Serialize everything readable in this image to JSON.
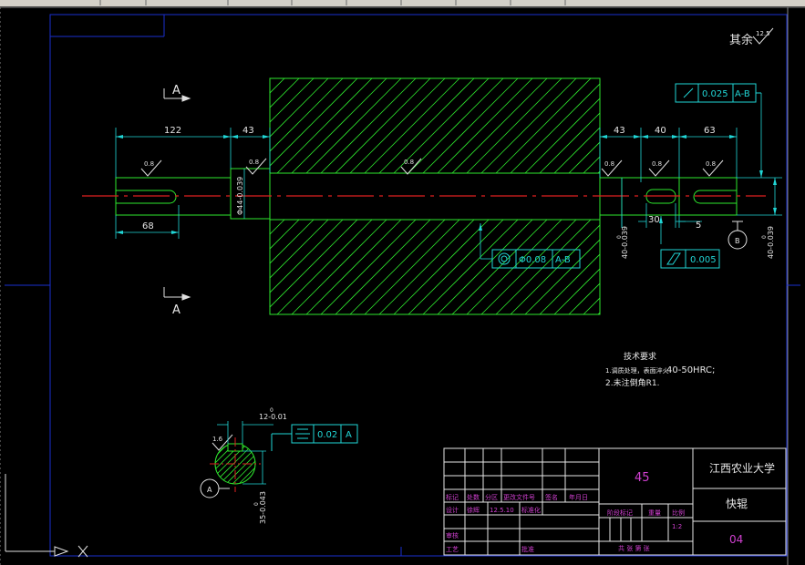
{
  "drawing": {
    "surface_note": "其余",
    "surface_note_value": "12.5",
    "section_a_label": "A",
    "section_b_label": "B",
    "dimensions": {
      "d122": "122",
      "d43_left": "43",
      "d43_right": "43",
      "d40": "40",
      "d63": "63",
      "d68": "68",
      "d30": "30",
      "d5": "5",
      "dia44": "Φ44-0.039",
      "dia40_left": "40-0.039",
      "dia40_right": "40-0.039",
      "keyway_width": "12-0.01",
      "keyway_depth": "35-0.043",
      "zero": "0"
    },
    "roughness": [
      "0.8",
      "0.8",
      "0.8",
      "0.8",
      "0.8",
      "0.8",
      "1.6"
    ],
    "tolerances": {
      "runout_value": "0.025",
      "runout_datum": "A-B",
      "coax_value": "Φ0.08",
      "coax_datum": "A-B",
      "cyl_value": "0.005",
      "sym_value": "0.02",
      "sym_datum": "A"
    },
    "tech_requirements": {
      "title": "技术要求",
      "line1_prefix": "1.调质处理，表面淬火",
      "line1_value": "40-50HRC;",
      "line2": "2.未注倒角R1."
    }
  },
  "title_block": {
    "material": "45",
    "university": "江西农业大学",
    "part_name": "快辊",
    "drawing_no": "04",
    "headers": [
      "标记",
      "处数",
      "分区",
      "更改文件号",
      "签名",
      "年月日"
    ],
    "design_label": "设计",
    "designer": "徐辉",
    "date": "12.5.10",
    "std_label": "标准化",
    "stage_label": "阶段标记",
    "weight_label": "重量",
    "scale_label": "比例",
    "scale_value": "1:2",
    "review_label": "审核",
    "process_label": "工艺",
    "approve_label": "批准",
    "sheets_label": "共 张 第 张"
  }
}
